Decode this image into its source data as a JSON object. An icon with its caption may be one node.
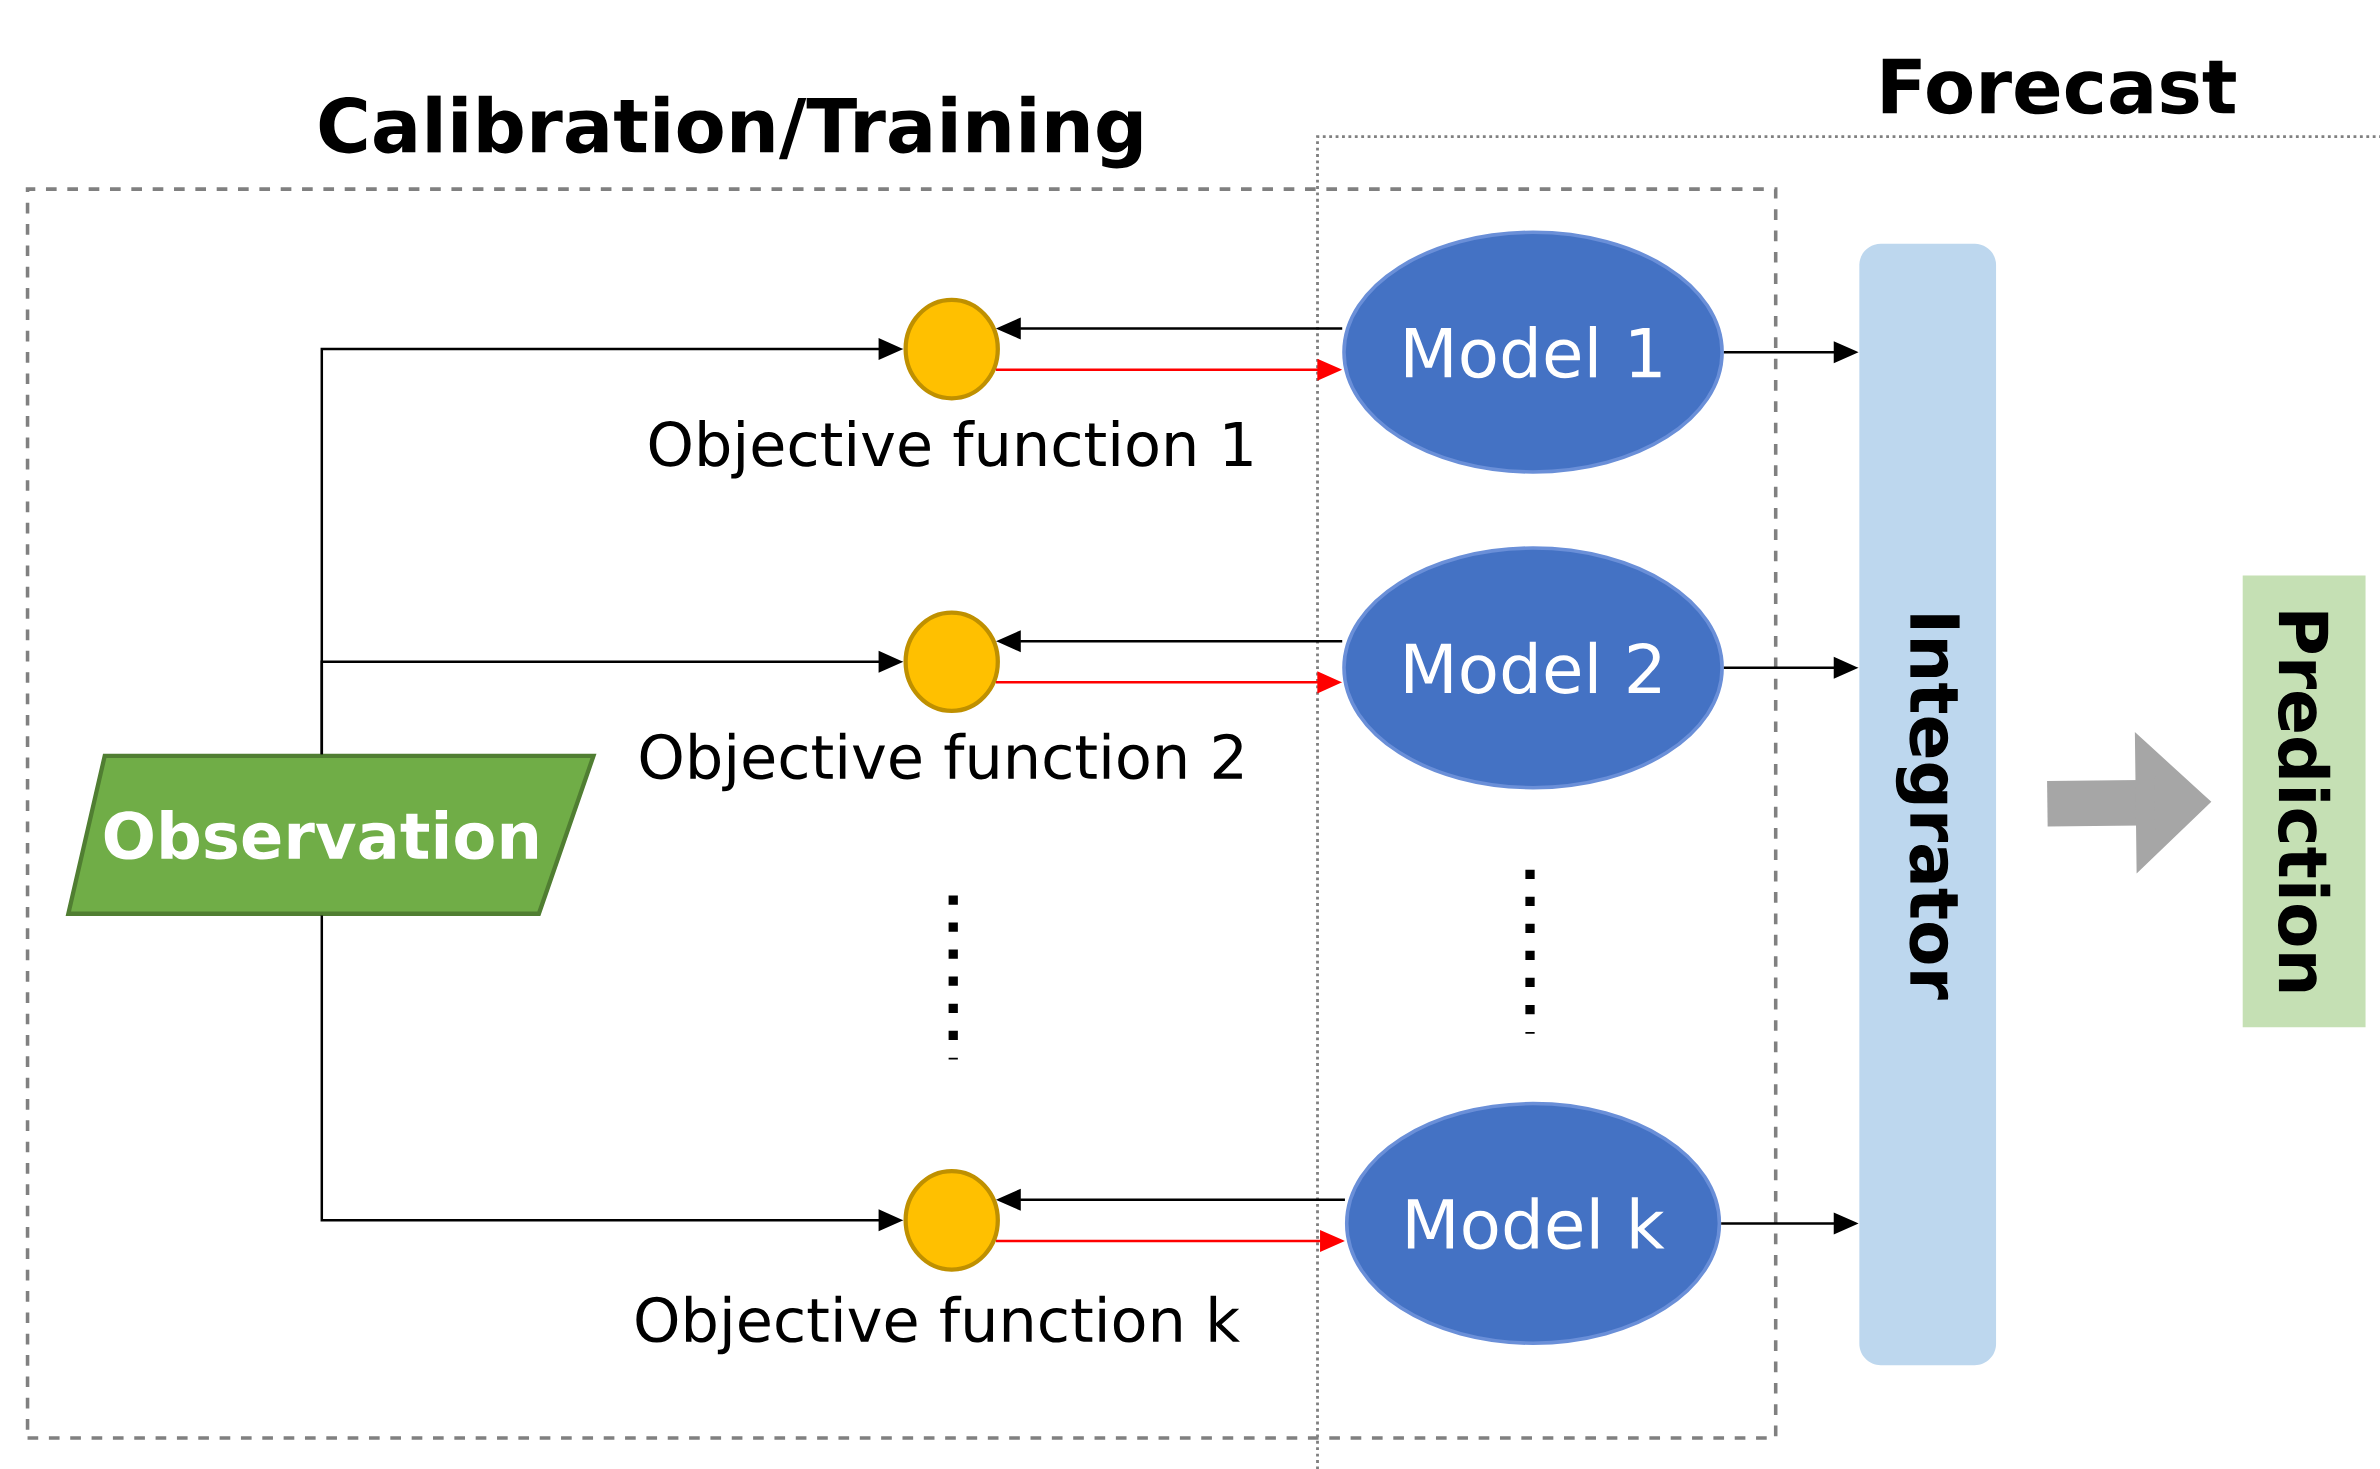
{
  "diagram": {
    "nodes": [
      {
        "text": [
          "Calibration/Training"
        ]
      },
      {
        "text": [
          "Observation"
        ],
        "in": 0
      },
      {
        "text": [],
        "shape": "circle",
        "beside": [
          "Objective function 1"
        ],
        "in": 0
      },
      {
        "text": [],
        "shape": "circle",
        "beside": [
          "Objective function 2"
        ],
        "in": 0
      },
      {
        "text": [],
        "shape": "circle",
        "beside": [
          "Objective function k"
        ],
        "in": 0
      },
      {
        "text": [
          "Model 1"
        ],
        "in": 0
      },
      {
        "text": [
          "Model 2"
        ],
        "in": 0
      },
      {
        "text": [
          "Model k"
        ],
        "in": 0
      },
      {
        "text": [
          "Integrator"
        ]
      },
      {
        "text": [
          "Prediction"
        ]
      }
    ],
    "edges": [
      {
        "from": 1,
        "to": 2,
        "arrow": "to"
      },
      {
        "from": 1,
        "to": 3,
        "arrow": "to"
      },
      {
        "from": 1,
        "to": 4,
        "arrow": "to"
      },
      {
        "from": 5,
        "to": 2,
        "arrow": "to"
      },
      {
        "from": 2,
        "to": 5,
        "arrow": "to",
        "color": "#ff0000"
      },
      {
        "from": 6,
        "to": 3,
        "arrow": "to"
      },
      {
        "from": 3,
        "to": 6,
        "arrow": "to",
        "color": "#ff0000"
      },
      {
        "from": 7,
        "to": 4,
        "arrow": "to"
      },
      {
        "from": 4,
        "to": 7,
        "arrow": "to",
        "color": "#ff0000"
      },
      {
        "from": 5,
        "to": 8,
        "arrow": "to"
      },
      {
        "from": 6,
        "to": 8,
        "arrow": "to"
      },
      {
        "from": 7,
        "to": 8,
        "arrow": "to"
      },
      {
        "from": 8,
        "to": 9,
        "arrow": "to",
        "style": "thick",
        "color": "#a6a6a6"
      }
    ],
    "labels": [
      "Forecast"
    ]
  }
}
